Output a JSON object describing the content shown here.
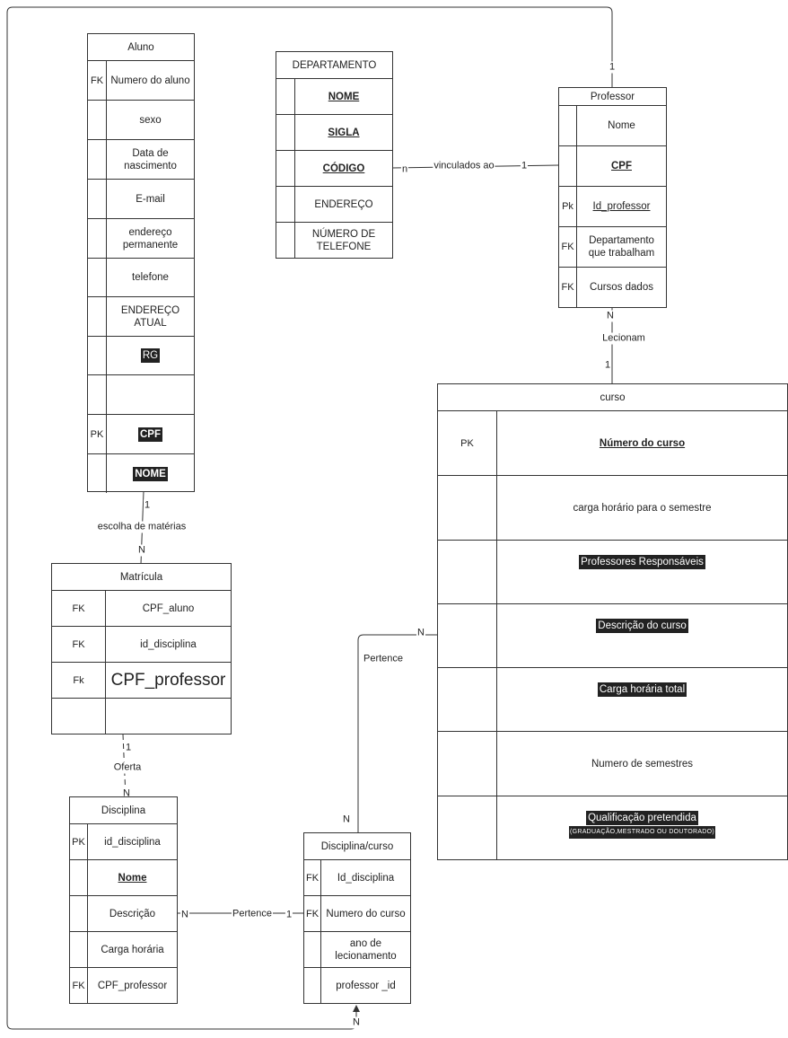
{
  "aluno": {
    "title": "Aluno",
    "rows": [
      {
        "key": "FK",
        "text": "Numero do aluno"
      },
      {
        "key": "",
        "text": "sexo"
      },
      {
        "key": "",
        "text": "Data de nascimento"
      },
      {
        "key": "",
        "text": "E-mail"
      },
      {
        "key": "",
        "text": "endereço permanente"
      },
      {
        "key": "",
        "text": "telefone"
      },
      {
        "key": "",
        "text": "ENDEREÇO ATUAL"
      },
      {
        "key": "",
        "text": "RG"
      },
      {
        "key": "",
        "text": ""
      },
      {
        "key": "PK",
        "text": "CPF"
      },
      {
        "key": "",
        "text": "NOME"
      }
    ]
  },
  "departamento": {
    "title": "DEPARTAMENTO",
    "rows": [
      {
        "key": "",
        "text": "NOME"
      },
      {
        "key": "",
        "text": "SIGLA"
      },
      {
        "key": "",
        "text": "CÓDIGO"
      },
      {
        "key": "",
        "text": "ENDEREÇO"
      },
      {
        "key": "",
        "text": "NÚMERO DE TELEFONE"
      }
    ]
  },
  "professor": {
    "title": "Professor",
    "rows": [
      {
        "key": "",
        "text": "Nome"
      },
      {
        "key": "",
        "text": "CPF"
      },
      {
        "key": "Pk",
        "text": "Id_professor"
      },
      {
        "key": "FK",
        "text": "Departamento que trabalham"
      },
      {
        "key": "FK",
        "text": "Cursos dados"
      }
    ]
  },
  "curso": {
    "title": "curso",
    "rows": [
      {
        "key": "PK",
        "text": "Número do curso"
      },
      {
        "key": "",
        "text": "carga horário para o semestre"
      },
      {
        "key": "",
        "text": "Professores Responsáveis"
      },
      {
        "key": "",
        "text": "Descrição do curso"
      },
      {
        "key": "",
        "text": "Carga horária total"
      },
      {
        "key": "",
        "text": "Numero de semestres"
      },
      {
        "key": "",
        "text": "Qualificação pretendida",
        "sub": "(GRADUAÇÃO,MESTRADO OU DOUTORADO)"
      }
    ]
  },
  "matricula": {
    "title": "Matrícula",
    "rows": [
      {
        "key": "FK",
        "text": "CPF_aluno"
      },
      {
        "key": "FK",
        "text": "id_disciplina"
      },
      {
        "key": "Fk",
        "text": "CPF_professor"
      },
      {
        "key": "",
        "text": ""
      }
    ]
  },
  "disciplina": {
    "title": "Disciplina",
    "rows": [
      {
        "key": "PK",
        "text": "id_disciplina"
      },
      {
        "key": "",
        "text": "Nome"
      },
      {
        "key": "",
        "text": "Descrição"
      },
      {
        "key": "",
        "text": "Carga horária"
      },
      {
        "key": "FK",
        "text": "CPF_professor"
      }
    ]
  },
  "disciplina_curso": {
    "title": "Disciplina/curso",
    "rows": [
      {
        "key": "FK",
        "text": "Id_disciplina"
      },
      {
        "key": "FK",
        "text": "Numero do curso"
      },
      {
        "key": "",
        "text": "ano de lecionamento"
      },
      {
        "key": "",
        "text": "professor _id"
      }
    ]
  },
  "relations": {
    "vinculados": {
      "label": "vinculados ao",
      "left": "n",
      "right": "1"
    },
    "lecionam": {
      "label": "Lecionam",
      "top": "N",
      "bottom": "1"
    },
    "escolha": {
      "label": "escolha de matérias",
      "top": "1",
      "bottom": "N"
    },
    "oferta": {
      "label": "Oferta",
      "top": "1",
      "bottom": "N"
    },
    "pertence_curso": {
      "label": "Pertence",
      "top": "N",
      "bottom": "N"
    },
    "pertence_disc": {
      "label": "Pertence",
      "left": "N",
      "right": "1"
    },
    "loop": {
      "top": "1",
      "bottom": "N"
    }
  }
}
